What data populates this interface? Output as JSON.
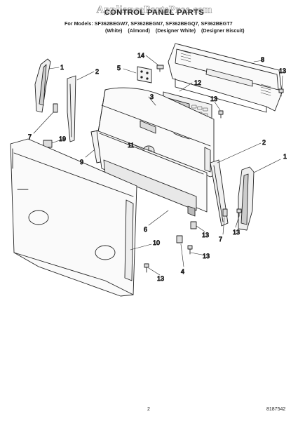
{
  "header": {
    "watermark": "AppliancePartsPros.com",
    "title": "CONTROL PANEL PARTS",
    "models": "For Models: SF362BEGW7, SF362BEGN7, SF362BEGQ7, SF362BEGT7",
    "colors": [
      "(White)",
      "(Almond)",
      "(Designer White)",
      "(Designer Biscuit)"
    ]
  },
  "callouts": [
    "1",
    "2",
    "3",
    "4",
    "5",
    "6",
    "7",
    "8",
    "9",
    "10",
    "11",
    "12",
    "13",
    "14",
    "19",
    "1",
    "2",
    "7",
    "13",
    "13",
    "13",
    "13",
    "13"
  ],
  "footer": {
    "page_number": "2",
    "doc_number": "8187542"
  }
}
